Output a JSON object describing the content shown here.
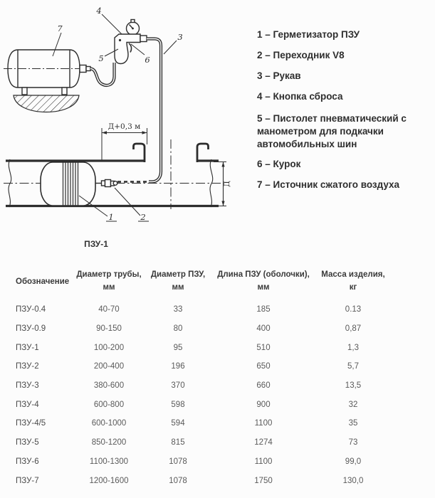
{
  "diagram": {
    "caption": "ПЗУ-1",
    "dim_width": "Д+0,3 м",
    "dim_height": "Д",
    "callouts": [
      "1",
      "2",
      "3",
      "4",
      "5",
      "6",
      "7"
    ]
  },
  "legend": {
    "items": [
      {
        "label": "1 – Герметизатор ПЗУ"
      },
      {
        "label": "2 – Переходник V8"
      },
      {
        "label": "3 – Рукав"
      },
      {
        "label": "4 – Кнопка сброса"
      },
      {
        "label": "5 – Пистолет пневматический с манометром для подкачки автомобильных шин"
      },
      {
        "label": "6 – Курок"
      },
      {
        "label": "7 – Источник сжатого воздуха"
      }
    ]
  },
  "table": {
    "headers": [
      {
        "line1": "Обозначение",
        "line2": ""
      },
      {
        "line1": "Диаметр трубы,",
        "line2": "мм"
      },
      {
        "line1": "Диаметр ПЗУ,",
        "line2": "мм"
      },
      {
        "line1": "Длина ПЗУ (оболочки),",
        "line2": "мм"
      },
      {
        "line1": "Масса изделия,",
        "line2": "кг"
      }
    ],
    "rows": [
      [
        "ПЗУ-0.4",
        "40-70",
        "33",
        "185",
        "0.13"
      ],
      [
        "ПЗУ-0.9",
        "90-150",
        "80",
        "400",
        "0,87"
      ],
      [
        "ПЗУ-1",
        "100-200",
        "95",
        "510",
        "1,3"
      ],
      [
        "ПЗУ-2",
        "200-400",
        "196",
        "650",
        "5,7"
      ],
      [
        "ПЗУ-3",
        "380-600",
        "370",
        "660",
        "13,5"
      ],
      [
        "ПЗУ-4",
        "600-800",
        "598",
        "900",
        "32"
      ],
      [
        "ПЗУ-4/5",
        "600-1000",
        "594",
        "1100",
        "35"
      ],
      [
        "ПЗУ-5",
        "850-1200",
        "815",
        "1274",
        "73"
      ],
      [
        "ПЗУ-6",
        "1100-1300",
        "1078",
        "1100",
        "99,0"
      ],
      [
        "ПЗУ-7",
        "1200-1600",
        "1078",
        "1750",
        "130,0"
      ]
    ]
  }
}
